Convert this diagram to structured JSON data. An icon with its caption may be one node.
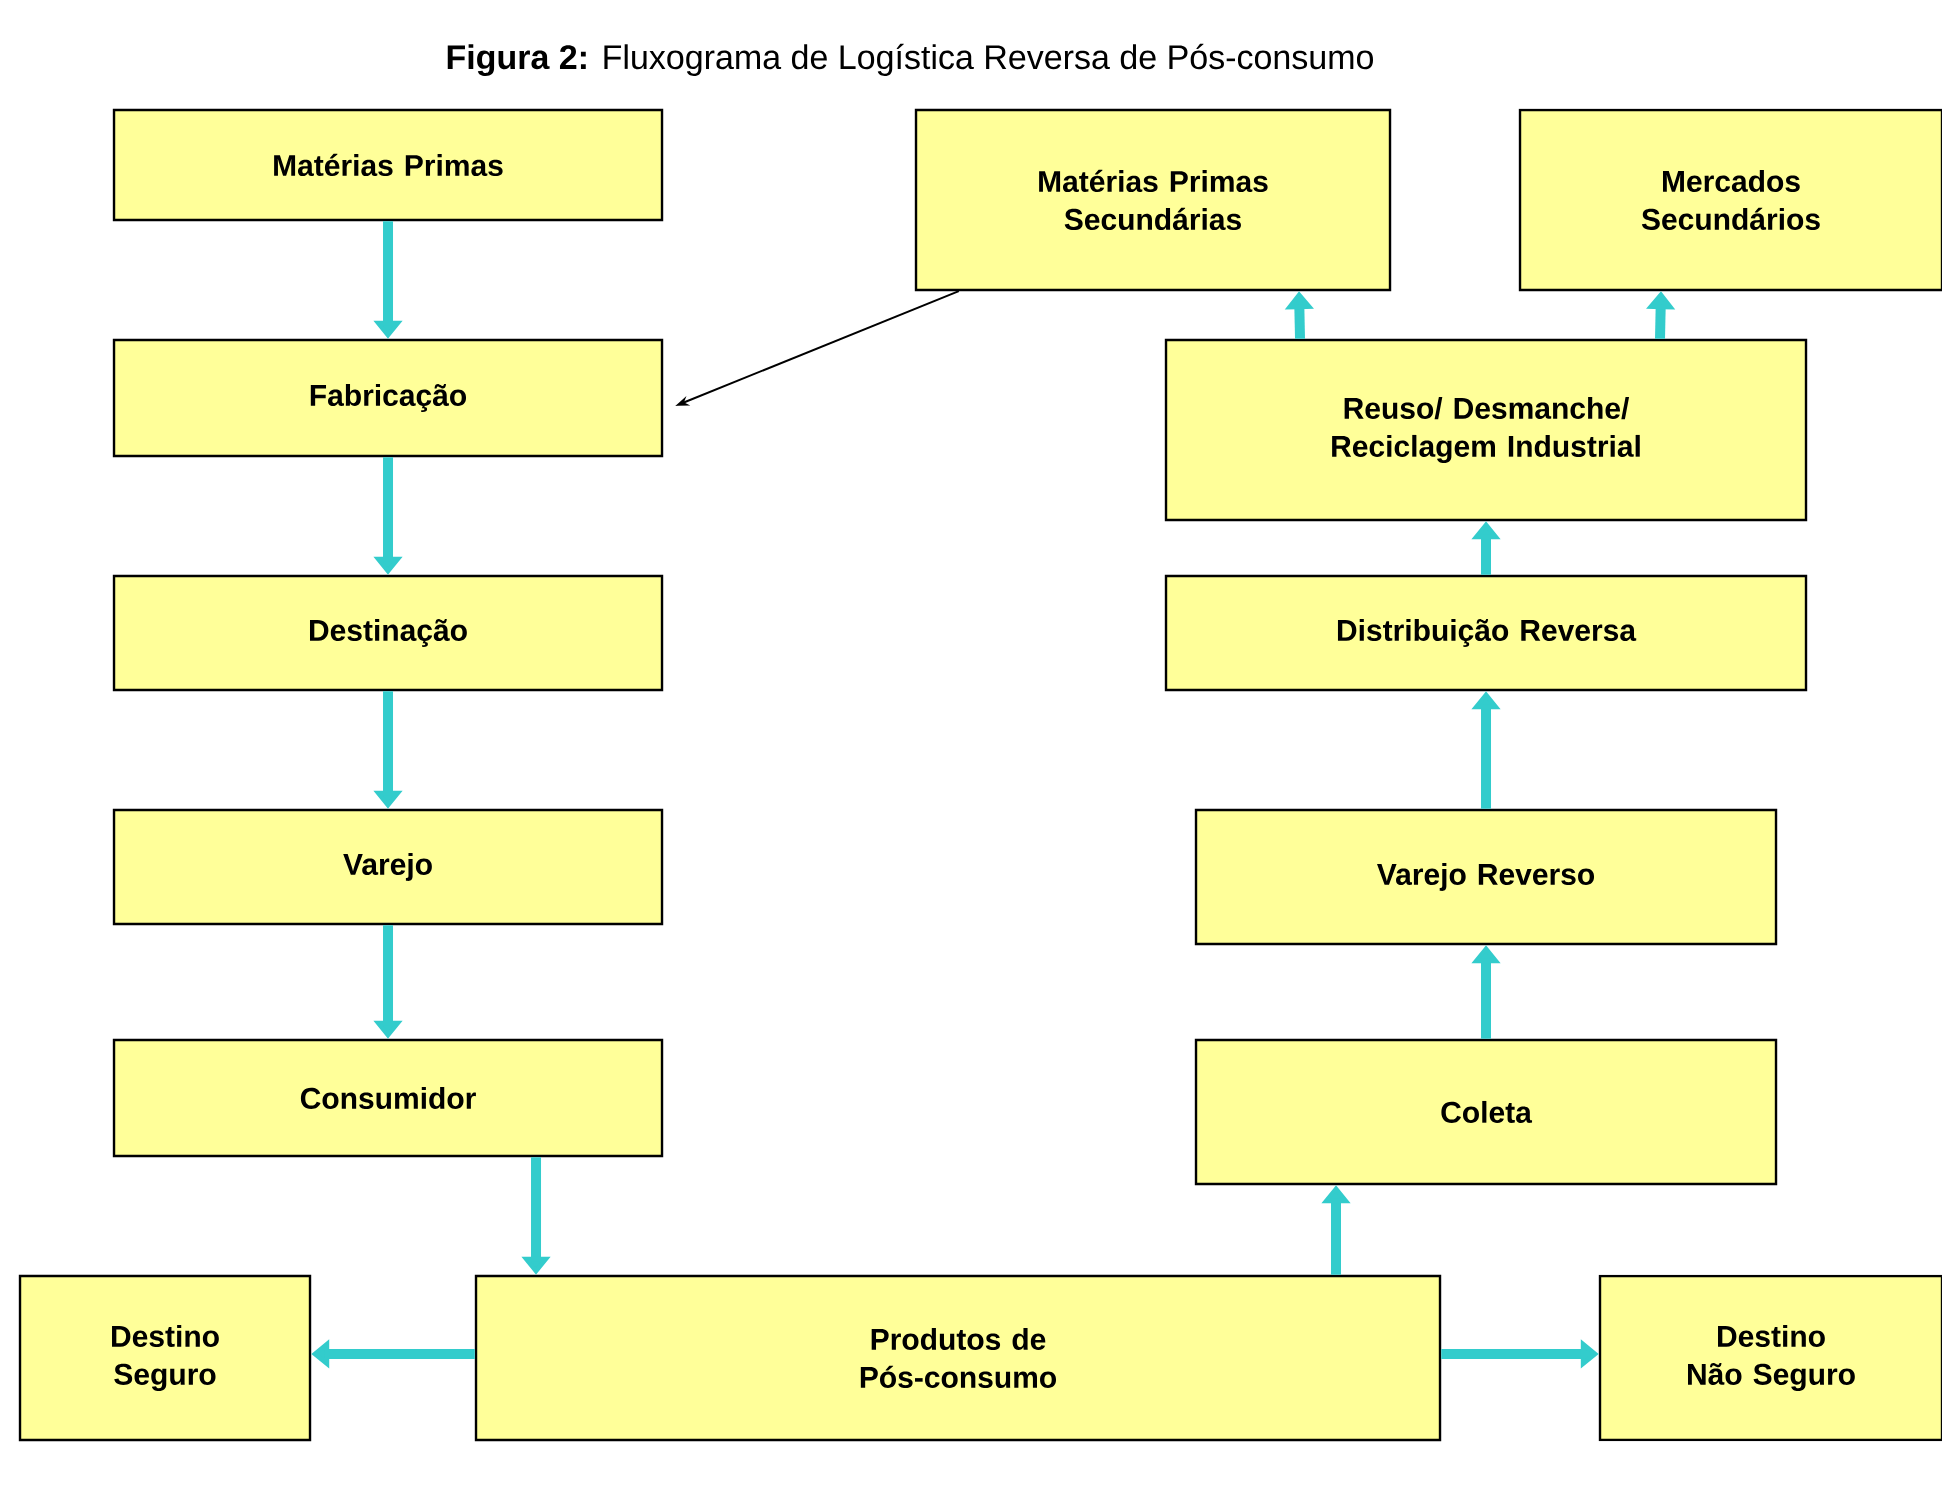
{
  "diagram": {
    "title": "**Figura 2:** Fluxograma de Logística Reversa de Pós-consumo",
    "nodes": [
      {
        "text": [
          "Matérias Primas"
        ]
      },
      {
        "text": [
          "Matérias Primas Secundárias"
        ]
      },
      {
        "text": [
          "Mercados Secundários"
        ]
      },
      {
        "text": [
          "Fabricação"
        ]
      },
      {
        "text": [
          "Reuso/ Desmanche/ Reciclagem Industrial"
        ]
      },
      {
        "text": [
          "Destinação"
        ]
      },
      {
        "text": [
          "Distribuição Reversa"
        ]
      },
      {
        "text": [
          "Varejo"
        ]
      },
      {
        "text": [
          "Varejo Reverso"
        ]
      },
      {
        "text": [
          "Consumidor"
        ]
      },
      {
        "text": [
          "Coleta"
        ]
      },
      {
        "text": [
          "Destino Seguro"
        ]
      },
      {
        "text": [
          "Produtos de Pós-consumo"
        ]
      },
      {
        "text": [
          "Destino Não Seguro"
        ]
      }
    ],
    "edges": [
      {
        "from": 0,
        "to": 3,
        "arrow": "to"
      },
      {
        "from": 3,
        "to": 5,
        "arrow": "to"
      },
      {
        "from": 5,
        "to": 7,
        "arrow": "to"
      },
      {
        "from": 7,
        "to": 9,
        "arrow": "to"
      },
      {
        "from": 9,
        "to": 12,
        "arrow": "to"
      },
      {
        "from": 12,
        "to": 10,
        "arrow": "to"
      },
      {
        "from": 10,
        "to": 8,
        "arrow": "to"
      },
      {
        "from": 8,
        "to": 6,
        "arrow": "to"
      },
      {
        "from": 6,
        "to": 4,
        "arrow": "to"
      },
      {
        "from": 4,
        "to": 1,
        "arrow": "to"
      },
      {
        "from": 4,
        "to": 2,
        "arrow": "to"
      },
      {
        "from": 1,
        "to": 3,
        "arrow": "to",
        "color": "#000000"
      },
      {
        "from": 12,
        "to": 11,
        "arrow": "to"
      },
      {
        "from": 12,
        "to": 13,
        "arrow": "to"
      }
    ]
  }
}
